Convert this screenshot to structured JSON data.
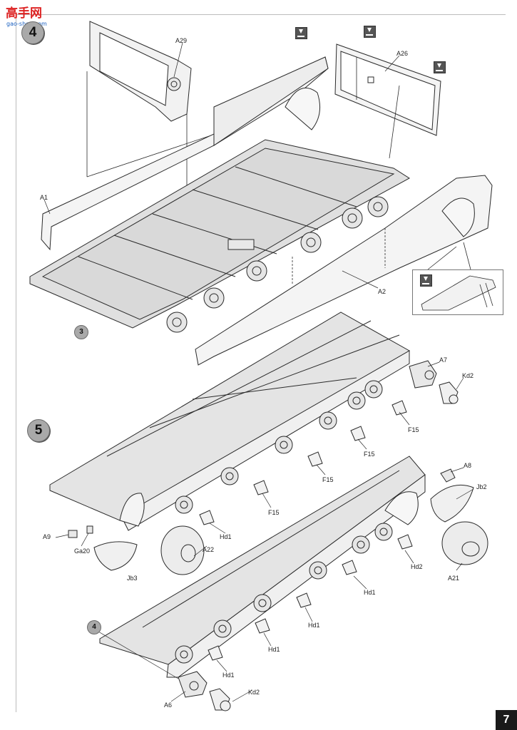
{
  "watermark": {
    "text_top": "高手网",
    "text_bottom": "gao-shou.com"
  },
  "steps": {
    "step4": "4",
    "step5": "5",
    "ref3": "3",
    "ref4": "4"
  },
  "labels": {
    "A29": "A29",
    "A26": "A26",
    "A1": "A1",
    "A2": "A2",
    "A7": "A7",
    "Kd2_top": "Kd2",
    "F15_1": "F15",
    "F15_2": "F15",
    "F15_3": "F15",
    "F15_4": "F15",
    "A8": "A8",
    "Jb2": "Jb2",
    "A9": "A9",
    "Ga20": "Ga20",
    "Jb3": "Jb3",
    "A22": "A22",
    "Hd1_1": "Hd1",
    "Hd2": "Hd2",
    "A21": "A21",
    "Hd1_2": "Hd1",
    "Hd1_3": "Hd1",
    "Hd1_4": "Hd1",
    "Hd1_5": "Hd1",
    "A6": "A6",
    "Kd2_bottom": "Kd2"
  },
  "page_number": "7",
  "icons": {
    "glue": "glue-icon",
    "wheel": "road-wheel-icon"
  },
  "colors": {
    "line": "#2a2a2a",
    "fill_light": "#f2f2f2",
    "fill_mid": "#d9d9d9",
    "badge": "#a9a9a9"
  }
}
